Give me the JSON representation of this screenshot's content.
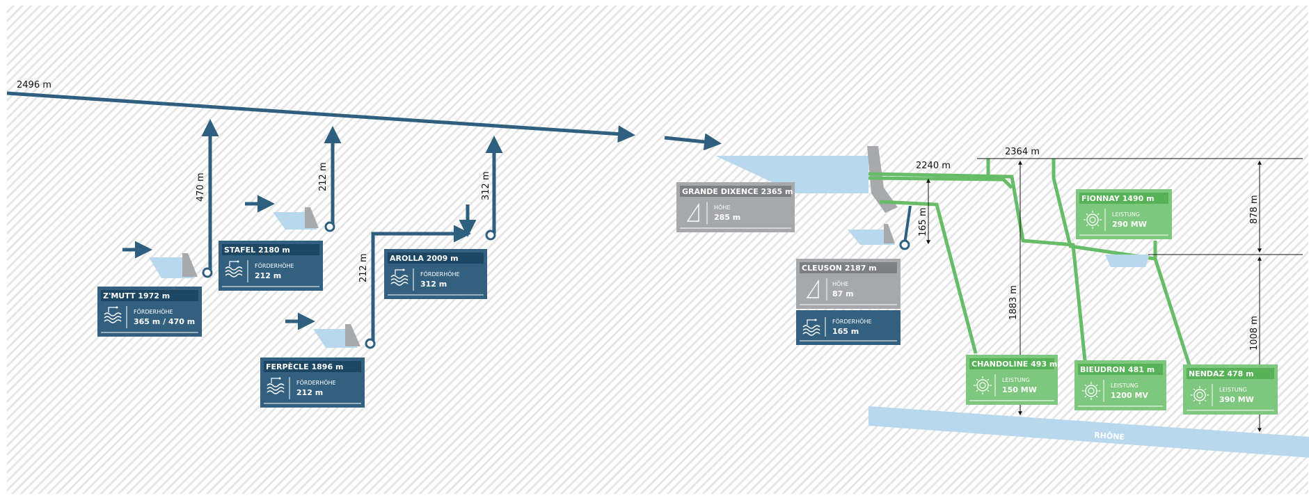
{
  "colors": {
    "pipe_blue": "#2e5f7f",
    "card_blue": "#33607f",
    "card_blue_head": "#1c4661",
    "card_gray": "#a6a8ab",
    "card_gray_head": "#7d7f82",
    "card_green": "#7ec77e",
    "card_green_head": "#57b157",
    "green_line": "#67bd67",
    "water": "#b8d8ee",
    "dam": "#a7a9ac"
  },
  "elevations": {
    "top_line": "2496 m",
    "e2240": "2240 m",
    "e2364": "2364 m"
  },
  "dimensions": {
    "zmutt": "470 m",
    "stafel": "212 m",
    "ferpecle": "212 m",
    "arolla": "312 m",
    "cleuson": "165 m",
    "chandoline": "1883 m",
    "fionnay_upper": "878 m",
    "fionnay_lower": "1008 m"
  },
  "pump_stations": {
    "zmutt": {
      "title": "Z'MUTT 1972 m",
      "label": "FÖRDERHÖHE",
      "value": "365 m / 470 m",
      "icon": "pump-water-icon"
    },
    "stafel": {
      "title": "STAFEL 2180 m",
      "label": "FÖRDERHÖHE",
      "value": "212 m",
      "icon": "pump-water-icon"
    },
    "ferpecle": {
      "title": "FERPÈCLE 1896 m",
      "label": "FÖRDERHÖHE",
      "value": "212 m",
      "icon": "pump-water-icon"
    },
    "arolla": {
      "title": "AROLLA 2009 m",
      "label": "FÖRDERHÖHE",
      "value": "312 m",
      "icon": "pump-water-icon"
    }
  },
  "dams": {
    "grande_dixence": {
      "title": "GRANDE DIXENCE 2365 m",
      "label": "HÖHE",
      "value": "285 m",
      "icon": "dam-profile-icon"
    },
    "cleuson": {
      "title": "CLEUSON 2187 m",
      "label": "HÖHE",
      "value": "87 m",
      "icon": "dam-profile-icon",
      "pump_label": "FÖRDERHÖHE",
      "pump_value": "165 m"
    }
  },
  "power_plants": {
    "fionnay": {
      "title": "FIONNAY 1490 m",
      "label": "LEISTUNG",
      "value": "290 MW",
      "icon": "turbine-icon"
    },
    "chandoline": {
      "title": "CHANDOLINE 493 m",
      "label": "LEISTUNG",
      "value": "150 MW",
      "icon": "turbine-icon"
    },
    "bieudron": {
      "title": "BIEUDRON 481 m",
      "label": "LEISTUNG",
      "value": "1200 MV",
      "icon": "turbine-icon"
    },
    "nendaz": {
      "title": "NENDAZ 478 m",
      "label": "LEISTUNG",
      "value": "390 MW",
      "icon": "turbine-icon"
    }
  },
  "river": {
    "name": "RHÔNE"
  }
}
